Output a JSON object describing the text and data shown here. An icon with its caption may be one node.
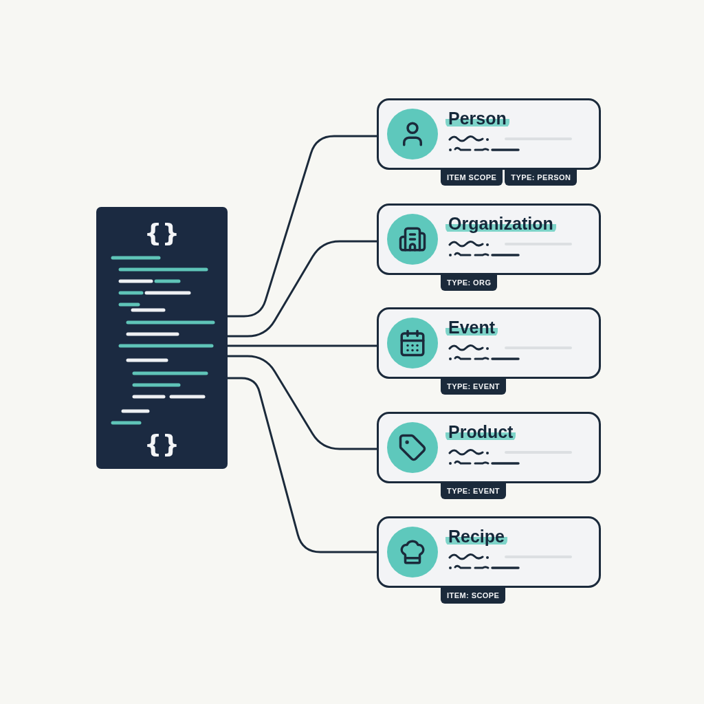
{
  "diagram": {
    "nodes": [
      {
        "text": [
          "{}",
          "{}"
        ]
      },
      {
        "text": [
          "Person"
        ],
        "beside": [
          "ITEM SCOPE",
          "TYPE: PERSON"
        ]
      },
      {
        "text": [
          "Organization"
        ],
        "beside": [
          "TYPE: ORG"
        ]
      },
      {
        "text": [
          "Event"
        ],
        "beside": [
          "TYPE: EVENT"
        ]
      },
      {
        "text": [
          "Product"
        ],
        "beside": [
          "TYPE: EVENT"
        ]
      },
      {
        "text": [
          "Recipe"
        ],
        "beside": [
          "ITEM: SCOPE"
        ]
      }
    ],
    "edges": [
      {
        "from": 0,
        "to": 1,
        "arrow": "none"
      },
      {
        "from": 0,
        "to": 2,
        "arrow": "none"
      },
      {
        "from": 0,
        "to": 3,
        "arrow": "none"
      },
      {
        "from": 0,
        "to": 4,
        "arrow": "none"
      },
      {
        "from": 0,
        "to": 5,
        "arrow": "none"
      }
    ]
  }
}
